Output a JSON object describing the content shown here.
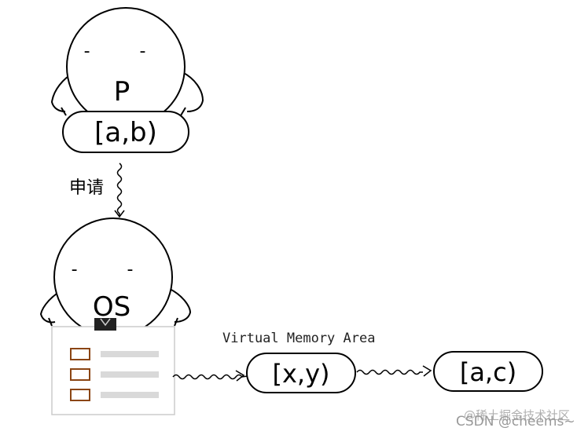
{
  "top_character": {
    "name": "P",
    "eyes": "- -",
    "held_label": "[a,b)"
  },
  "request_label": "申请",
  "os_character": {
    "name": "OS",
    "eyes": "- -"
  },
  "vma_caption": "Virtual Memory Area",
  "vma_boxes": [
    "[x,y)",
    "[a,c)"
  ],
  "watermark": {
    "line1": "@稀土掘金技术社区",
    "line2": "CSDN @cheems~"
  },
  "colors": {
    "stroke": "#000000",
    "list_bullet": "#8b4513",
    "list_line": "#d9d9d9",
    "card_border": "#cccccc"
  },
  "icons": {
    "bookmark": "bookmark-clip-icon"
  }
}
